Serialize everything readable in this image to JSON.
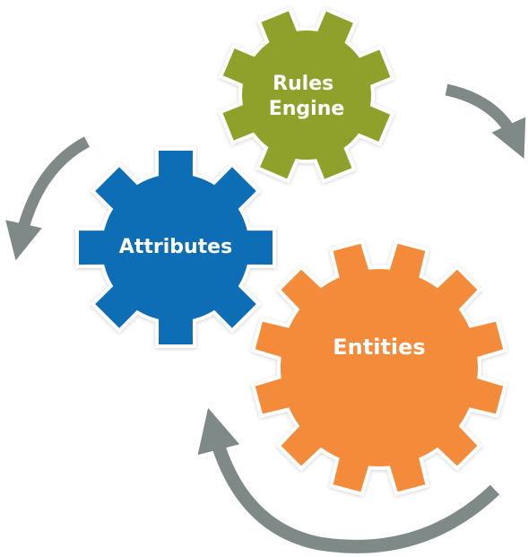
{
  "diagram": {
    "gears": [
      {
        "id": "rules-engine",
        "lines": [
          "Rules",
          "Engine"
        ],
        "color": "#8fa12a"
      },
      {
        "id": "attributes",
        "lines": [
          "Attributes"
        ],
        "color": "#0f6db5"
      },
      {
        "id": "entities",
        "lines": [
          "Entities"
        ],
        "color": "#f48b3a"
      }
    ],
    "arrow_color": "#7f8a88"
  }
}
